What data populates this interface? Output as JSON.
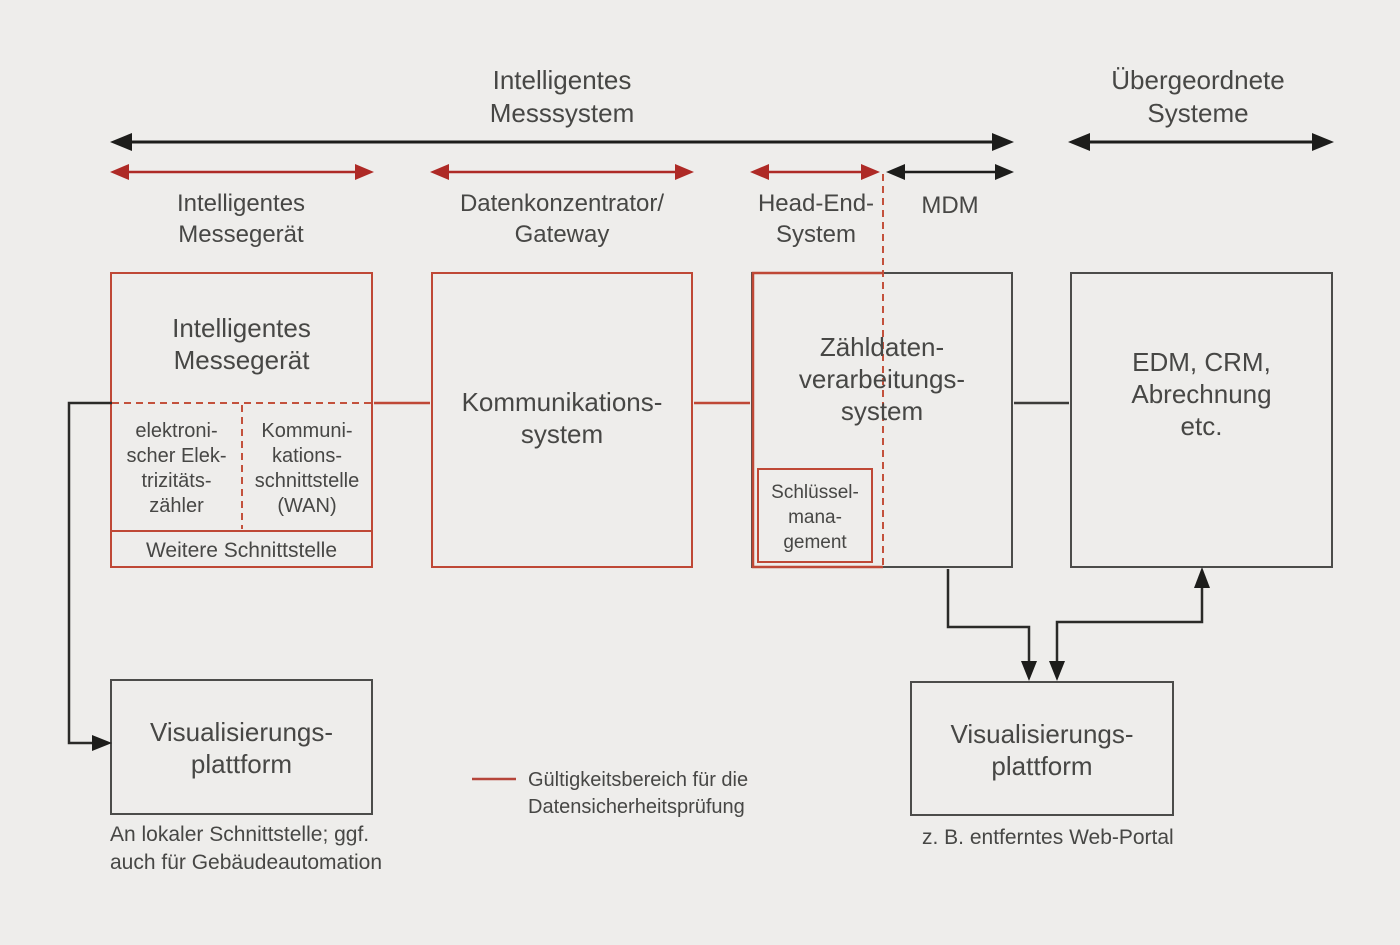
{
  "colors": {
    "background": "#eeedeb",
    "red_border": "#bf4836",
    "red_dashed": "#c3513c",
    "red_arrow": "#ae2a26",
    "black_arrow": "#1d1d1b",
    "dark_border": "#4c4c4a",
    "connector": "#2a2a28",
    "text": "#474745"
  },
  "scopes": {
    "messsystem": "Intelligentes\nMesssystem",
    "uebergeordnete": "Übergeordnete\nSysteme",
    "messgeraet": "Intelligentes\nMessegerät",
    "datenkonzentrator": "Datenkonzentrator/\nGateway",
    "head_end": "Head-End-\nSystem",
    "mdm": "MDM"
  },
  "boxes": {
    "messgeraet": {
      "title": "Intelligentes\nMessegerät",
      "sub_left": "elektroni-\nscher Elek-\ntrizitäts-\nzähler",
      "sub_right": "Kommuni-\nkations-\nschnittstelle\n(WAN)",
      "strip": "Weitere Schnittstelle"
    },
    "kommunikationssystem": {
      "title": "Kommunikations-\nsystem"
    },
    "zaehldatensystem": {
      "title": "Zähldaten-\nverarbeitungs-\nsystem",
      "schluesselmanagement": "Schlüssel-\nmana-\ngement"
    },
    "edm": {
      "title": "EDM, CRM,\nAbrechnung\netc."
    },
    "visualisierung_links": {
      "title": "Visualisierungs-\nplattform",
      "caption": "An lokaler Schnittstelle; ggf.\nauch für Gebäudeautomation"
    },
    "visualisierung_rechts": {
      "title": "Visualisierungs-\nplattform",
      "caption": "z. B. entferntes Web-Portal"
    }
  },
  "legend": {
    "label": "Gültigkeitsbereich für die\nDatensicherheitsprüfung"
  }
}
